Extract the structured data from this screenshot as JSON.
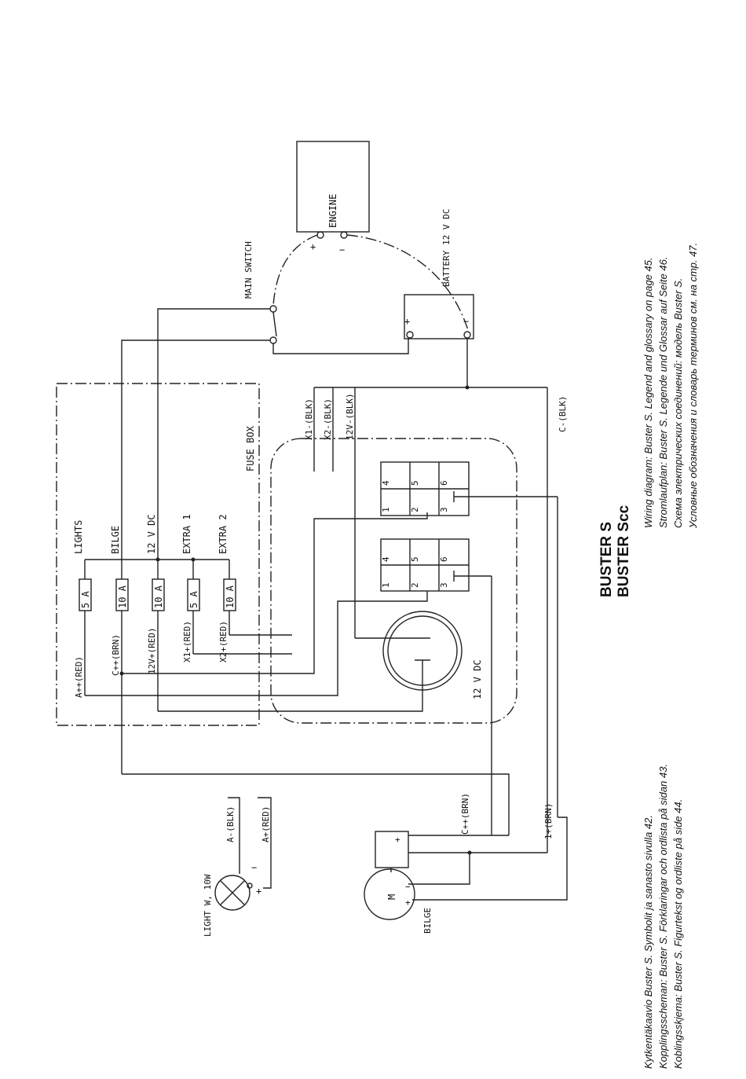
{
  "diagram": {
    "components": {
      "engine": "ENGINE",
      "main_switch": "MAIN SWITCH",
      "battery": "BATTERY 12 V DC",
      "fuse_box": "FUSE BOX",
      "gauge_voltage": "12 V DC",
      "light": "LIGHT W, 10W",
      "bilge": "BILGE",
      "motor_symbol": "M"
    },
    "fuses": [
      {
        "circuit": "LIGHTS",
        "rating": "5 A",
        "wire": "A++(RED)"
      },
      {
        "circuit": "BILGE",
        "rating": "10 A",
        "wire": "C++(BRN)"
      },
      {
        "circuit": "12 V DC",
        "rating": "10 A",
        "wire": "12V+(RED)"
      },
      {
        "circuit": "EXTRA 1",
        "rating": "5 A",
        "wire": "X1+(RED)"
      },
      {
        "circuit": "EXTRA 2",
        "rating": "10 A",
        "wire": "X2+(RED)"
      }
    ],
    "wires": {
      "x1_neg": "X1-(BLK)",
      "x2_neg": "X2-(BLK)",
      "v12_neg": "12V-(BLK)",
      "c_neg": "C-(BLK)",
      "a_neg": "A-(BLK)",
      "a_pos": "A+(RED)",
      "c_pos": "C++(BRN)",
      "one_pos": "1+(BRN)"
    },
    "polarity": {
      "plus": "+",
      "minus": "−"
    },
    "switch_terminals": [
      "1",
      "2",
      "3",
      "4",
      "5",
      "6"
    ]
  },
  "title": {
    "line1": "BUSTER S",
    "line2": "BUSTER Scc"
  },
  "captions_right": [
    "Wiring diagram: Buster S. Legend and glossary on page 45.",
    "Stromlaufplan: Buster S. Legende und Glossar auf Seite 46.",
    "Схема электрических соединений: модель Buster S.",
    "Условные обозначения и словарь терминов см. на стр. 47."
  ],
  "captions_left": [
    "Kytkentäkaavio Buster S. Symbolit ja sanasto sivulla 42.",
    "Kopplingsscheman: Buster S. Förklaringar och ordlista på sidan 43.",
    "Koblingsskjema: Buster S. Figurtekst og ordliste på side 44."
  ]
}
